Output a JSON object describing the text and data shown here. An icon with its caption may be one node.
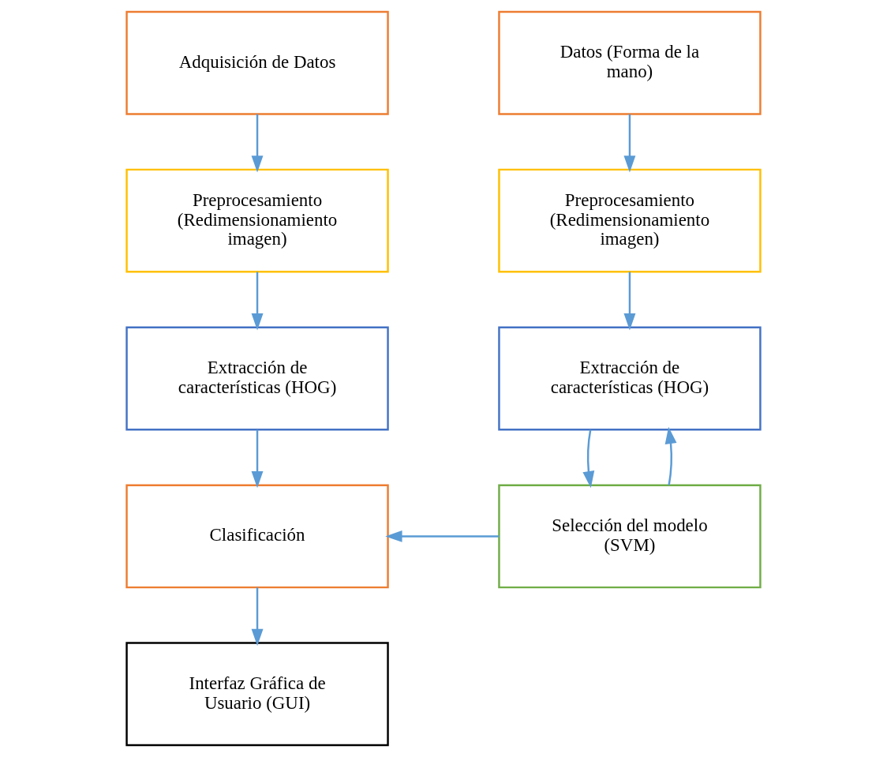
{
  "diagram": {
    "nodes": [
      {
        "text": [
          "Adquisición de Datos"
        ]
      },
      {
        "text": [
          "Preprocesamiento (Redimensionamiento imagen)"
        ]
      },
      {
        "text": [
          "Extracción de características (HOG)"
        ]
      },
      {
        "text": [
          "Clasificación"
        ]
      },
      {
        "text": [
          "Interfaz Gráfica de Usuario (GUI)"
        ]
      },
      {
        "text": [
          "Datos (Forma de la mano)"
        ]
      },
      {
        "text": [
          "Preprocesamiento (Redimensionamiento imagen)"
        ]
      },
      {
        "text": [
          "Extracción de características (HOG)"
        ]
      },
      {
        "text": [
          "Selección del modelo (SVM)"
        ]
      }
    ],
    "edges": [
      {
        "from": 0,
        "to": 1,
        "arrow": "to"
      },
      {
        "from": 1,
        "to": 2,
        "arrow": "to"
      },
      {
        "from": 2,
        "to": 3,
        "arrow": "to"
      },
      {
        "from": 3,
        "to": 4,
        "arrow": "to"
      },
      {
        "from": 5,
        "to": 6,
        "arrow": "to"
      },
      {
        "from": 6,
        "to": 7,
        "arrow": "to"
      },
      {
        "from": 7,
        "to": 8,
        "arrow": "to"
      },
      {
        "from": 8,
        "to": 3,
        "arrow": "to"
      },
      {
        "from": 8,
        "to": 7,
        "arrow": "to"
      }
    ]
  }
}
